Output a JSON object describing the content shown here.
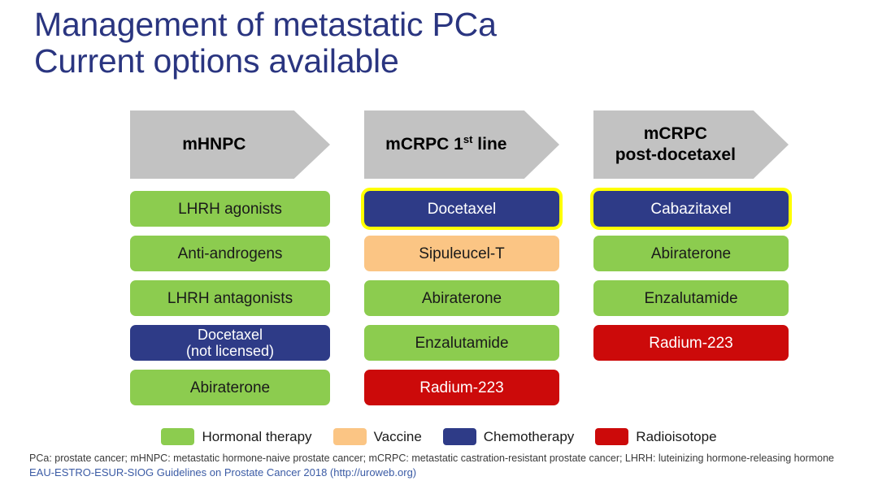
{
  "slide": {
    "title": "Management of metastatic PCa\nCurrent options available",
    "title_color": "#2A3580"
  },
  "palette": {
    "green": "#8CCC4F",
    "navy": "#2E3B87",
    "peach": "#FBC584",
    "red": "#CC0A0A",
    "gray_header": "#C2C2C2",
    "highlight": "#FFFF00"
  },
  "columns": [
    {
      "header": "mHNPC",
      "header_html": "mHNPC",
      "items": [
        {
          "label": "LHRH agonists",
          "category": "hormonal",
          "color": "#8CCC4F",
          "highlighted": false
        },
        {
          "label": "Anti-androgens",
          "category": "hormonal",
          "color": "#8CCC4F",
          "highlighted": false
        },
        {
          "label": "LHRH antagonists",
          "category": "hormonal",
          "color": "#8CCC4F",
          "highlighted": false
        },
        {
          "label": "Docetaxel\n(not licensed)",
          "category": "chemotherapy",
          "color": "#2E3B87",
          "highlighted": false
        },
        {
          "label": "Abiraterone",
          "category": "hormonal",
          "color": "#8CCC4F",
          "highlighted": false
        }
      ]
    },
    {
      "header": "mCRPC 1st line",
      "header_html": "mCRPC 1<sup>st</sup> line",
      "items": [
        {
          "label": "Docetaxel",
          "category": "chemotherapy",
          "color": "#2E3B87",
          "highlighted": true
        },
        {
          "label": "Sipuleucel-T",
          "category": "vaccine",
          "color": "#FBC584",
          "highlighted": false
        },
        {
          "label": "Abiraterone",
          "category": "hormonal",
          "color": "#8CCC4F",
          "highlighted": false
        },
        {
          "label": "Enzalutamide",
          "category": "hormonal",
          "color": "#8CCC4F",
          "highlighted": false
        },
        {
          "label": "Radium-223",
          "category": "radioisotope",
          "color": "#CC0A0A",
          "highlighted": false
        }
      ]
    },
    {
      "header": "mCRPC\npost-docetaxel",
      "header_html": "mCRPC<br>post-docetaxel",
      "items": [
        {
          "label": "Cabazitaxel",
          "category": "chemotherapy",
          "color": "#2E3B87",
          "highlighted": true
        },
        {
          "label": "Abiraterone",
          "category": "hormonal",
          "color": "#8CCC4F",
          "highlighted": false
        },
        {
          "label": "Enzalutamide",
          "category": "hormonal",
          "color": "#8CCC4F",
          "highlighted": false
        },
        {
          "label": "Radium-223",
          "category": "radioisotope",
          "color": "#CC0A0A",
          "highlighted": false
        }
      ]
    }
  ],
  "legend": [
    {
      "label": "Hormonal therapy",
      "color": "#8CCC4F"
    },
    {
      "label": "Vaccine",
      "color": "#FBC584"
    },
    {
      "label": "Chemotherapy",
      "color": "#2E3B87"
    },
    {
      "label": "Radioisotope",
      "color": "#CC0A0A"
    }
  ],
  "footnotes": {
    "abbreviations": "PCa: prostate cancer; mHNPC: metastatic hormone-naive prostate cancer; mCRPC: metastatic castration-resistant prostate cancer; LHRH: luteinizing hormone-releasing hormone",
    "source": "EAU-ESTRO-ESUR-SIOG Guidelines on Prostate Cancer 2018 (http://uroweb.org)"
  }
}
